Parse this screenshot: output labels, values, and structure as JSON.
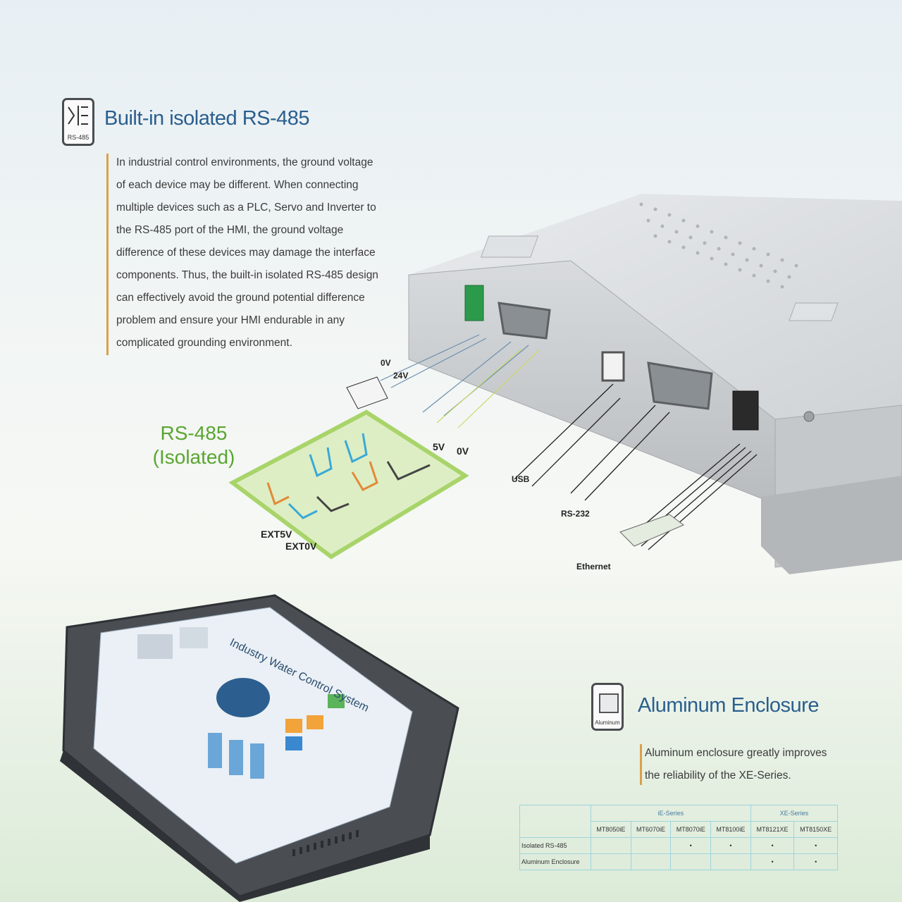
{
  "section1": {
    "icon_label": "RS-485",
    "title": "Built-in isolated RS-485",
    "paragraph": [
      "In industrial control environments, the ground voltage",
      "of each device may be different. When connecting",
      "multiple devices such as a PLC, Servo and Inverter to",
      "the RS-485 port of the HMI, the ground voltage",
      "difference of these devices may damage the interface",
      "components. Thus, the built-in isolated RS-485 design",
      "can effectively avoid the ground potential difference",
      "problem and ensure your HMI endurable in any",
      "complicated grounding environment."
    ]
  },
  "diagram": {
    "rs485_title": "RS-485",
    "rs485_sub": "(Isolated)",
    "labels": {
      "v0_top": "0V",
      "v24": "24V",
      "v5": "5V",
      "v0_board": "0V",
      "ext5v": "EXT5V",
      "ext0v": "EXT0V",
      "usb": "USB",
      "rs232": "RS-232",
      "ethernet": "Ethernet"
    }
  },
  "section2": {
    "icon_label": "Aluminum",
    "title": "Aluminum Enclosure",
    "paragraph": [
      "Aluminum enclosure greatly improves",
      "the reliability of the XE-Series."
    ]
  },
  "hmi_screen_title": "Industry Water Control System",
  "table": {
    "groups": [
      "iE-Series",
      "XE-Series"
    ],
    "models": [
      "MT8050iE",
      "MT6070iE",
      "MT8070iE",
      "MT8100iE",
      "MT8121XE",
      "MT8150XE"
    ],
    "rows": [
      {
        "label": "Isolated RS-485",
        "cells": [
          "",
          "",
          "•",
          "•",
          "•",
          "•"
        ]
      },
      {
        "label": "Aluminum Enclosure",
        "cells": [
          "",
          "",
          "",
          "",
          "•",
          "•"
        ]
      }
    ]
  },
  "colors": {
    "title_blue": "#2a5f8e",
    "accent_orange": "#d9a14a",
    "board_green": "#a8d46a",
    "table_border": "#9fd4de"
  }
}
